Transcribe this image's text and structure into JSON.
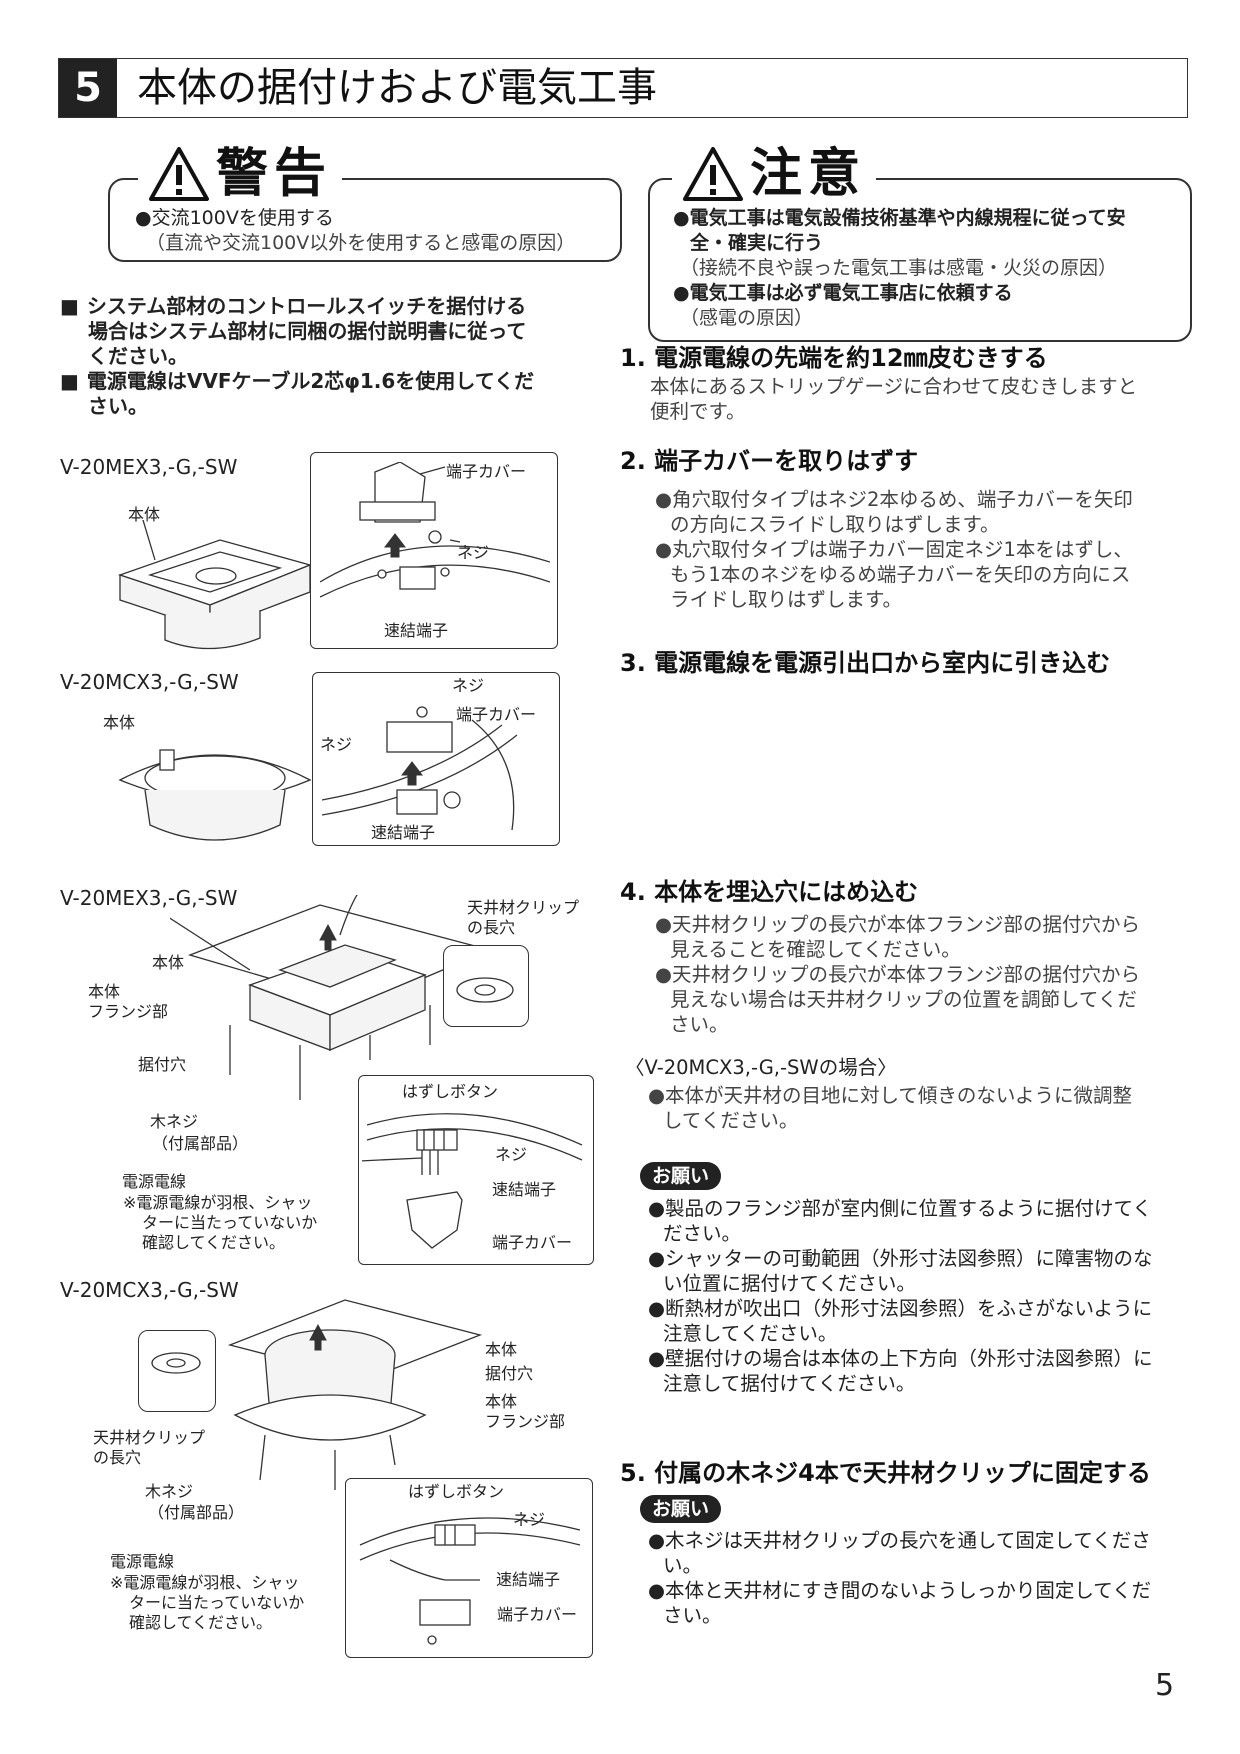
{
  "header": {
    "number": "5",
    "title": "本体の据付けおよび電気工事"
  },
  "warning": {
    "title": "警告",
    "items": [
      {
        "main": "●交流100Vを使用する",
        "sub": "（直流や交流100V以外を使用すると感電の原因）"
      }
    ]
  },
  "caution": {
    "title": "注意",
    "line1": "●電気工事は電気設備技術基準や内線規程に従って安",
    "line2": "全・確実に行う",
    "line3": "（接続不良や誤った電気工事は感電・火災の原因）",
    "line4": "●電気工事は必ず電気工事店に依頼する",
    "line5": "（感電の原因）"
  },
  "notes": {
    "n1_l1": "システム部材のコントロールスイッチを据付ける",
    "n1_l2": "場合はシステム部材に同梱の据付説明書に従って",
    "n1_l3": "ください。",
    "n2_l1": "電源電線はVVFケーブル2芯φ1.6を使用してくだ",
    "n2_l2": "さい。"
  },
  "figures": {
    "fig1": {
      "model": "V-20MEX3,-G,-SW",
      "honntai": "本体",
      "cover": "端子カバー",
      "screw": "ネジ",
      "terminal": "速結端子"
    },
    "fig2": {
      "model": "V-20MCX3,-G,-SW",
      "honntai": "本体",
      "screw_top": "ネジ",
      "cover": "端子カバー",
      "screw": "ネジ",
      "terminal": "速結端子"
    },
    "fig3": {
      "model": "V-20MEX3,-G,-SW",
      "clip_l1": "天井材クリップ",
      "clip_l2": "の長穴",
      "honntai": "本体",
      "flange_l1": "本体",
      "flange_l2": "フランジ部",
      "hole": "据付穴",
      "wood_l1": "木ネジ",
      "wood_l2": "（付属部品）",
      "wire": "電源電線",
      "wire_n1": "※電源電線が羽根、シャッ",
      "wire_n2": "ターに当たっていないか",
      "wire_n3": "確認してください。",
      "release": "はずしボタン",
      "screw": "ネジ",
      "terminal": "速結端子",
      "cover": "端子カバー"
    },
    "fig4": {
      "model": "V-20MCX3,-G,-SW",
      "honntai": "本体",
      "hole": "据付穴",
      "flange_l1": "本体",
      "flange_l2": "フランジ部",
      "clip_l1": "天井材クリップ",
      "clip_l2": "の長穴",
      "wood_l1": "木ネジ",
      "wood_l2": "（付属部品）",
      "wire": "電源電線",
      "wire_n1": "※電源電線が羽根、シャッ",
      "wire_n2": "ターに当たっていないか",
      "wire_n3": "確認してください。",
      "release": "はずしボタン",
      "screw": "ネジ",
      "terminal": "速結端子",
      "cover": "端子カバー"
    }
  },
  "steps": {
    "s1": {
      "title": "1. 電源電線の先端を約12㎜皮むきする",
      "l1": "本体にあるストリップゲージに合わせて皮むきしますと",
      "l2": "便利です。"
    },
    "s2": {
      "title": "2. 端子カバーを取りはずす",
      "l1": "●角穴取付タイプはネジ2本ゆるめ、端子カバーを矢印",
      "l2": "の方向にスライドし取りはずします。",
      "l3": "●丸穴取付タイプは端子カバー固定ネジ1本をはずし、",
      "l4": "もう1本のネジをゆるめ端子カバーを矢印の方向にス",
      "l5": "ライドし取りはずします。"
    },
    "s3": {
      "title": "3. 電源電線を電源引出口から室内に引き込む"
    },
    "s4": {
      "title": "4. 本体を埋込穴にはめ込む",
      "l1": "●天井材クリップの長穴が本体フランジ部の据付穴から",
      "l2": "見えることを確認してください。",
      "l3": "●天井材クリップの長穴が本体フランジ部の据付穴から",
      "l4": "見えない場合は天井材クリップの位置を調節してくだ",
      "l5": "さい。",
      "case": "〈V-20MCX3,-G,-SWの場合〉",
      "c1": "●本体が天井材の目地に対して傾きのないように微調整",
      "c2": "してください。"
    },
    "onegai1": {
      "badge": "お願い",
      "l1": "●製品のフランジ部が室内側に位置するように据付けてく",
      "l2": "ださい。",
      "l3": "●シャッターの可動範囲（外形寸法図参照）に障害物のな",
      "l4": "い位置に据付けてください。",
      "l5": "●断熱材が吹出口（外形寸法図参照）をふさがないように",
      "l6": "注意してください。",
      "l7": "●壁据付けの場合は本体の上下方向（外形寸法図参照）に",
      "l8": "注意して据付けてください。"
    },
    "s5": {
      "title": "5. 付属の木ネジ4本で天井材クリップに固定する"
    },
    "onegai2": {
      "badge": "お願い",
      "l1": "●木ネジは天井材クリップの長穴を通して固定してくださ",
      "l2": "い。",
      "l3": "●本体と天井材にすき間のないようしっかり固定してくだ",
      "l4": "さい。"
    }
  },
  "page_number": "5"
}
